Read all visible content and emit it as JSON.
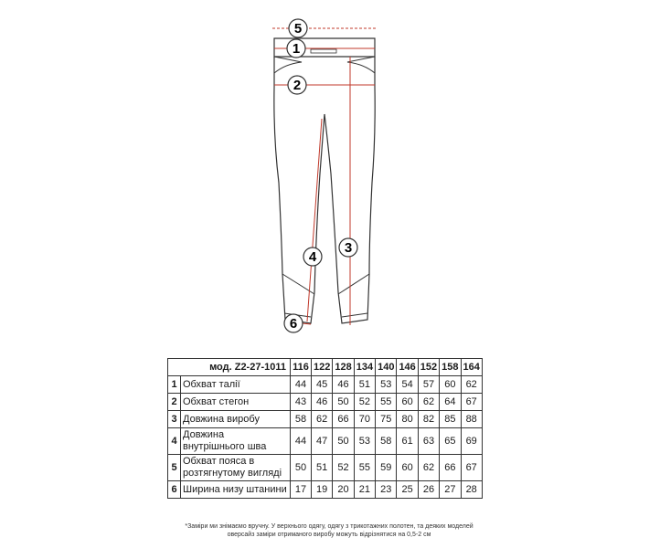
{
  "diagram": {
    "callouts": [
      "5",
      "1",
      "2",
      "3",
      "4",
      "6"
    ]
  },
  "table": {
    "model": "мод. Z2-27-1011",
    "sizes": [
      "116",
      "122",
      "128",
      "134",
      "140",
      "146",
      "152",
      "158",
      "164"
    ],
    "rows": [
      {
        "num": "1",
        "label": "Обхват талії",
        "values": [
          "44",
          "45",
          "46",
          "51",
          "53",
          "54",
          "57",
          "60",
          "62"
        ]
      },
      {
        "num": "2",
        "label": "Обхват стегон",
        "values": [
          "43",
          "46",
          "50",
          "52",
          "55",
          "60",
          "62",
          "64",
          "67"
        ]
      },
      {
        "num": "3",
        "label": "Довжина виробу",
        "values": [
          "58",
          "62",
          "66",
          "70",
          "75",
          "80",
          "82",
          "85",
          "88"
        ]
      },
      {
        "num": "4",
        "label": "Довжина внутрішнього шва",
        "values": [
          "44",
          "47",
          "50",
          "53",
          "58",
          "61",
          "63",
          "65",
          "69"
        ]
      },
      {
        "num": "5",
        "label": "Обхват пояса в розтягнутому вигляді",
        "values": [
          "50",
          "51",
          "52",
          "55",
          "59",
          "60",
          "62",
          "66",
          "67"
        ]
      },
      {
        "num": "6",
        "label": "Ширина низу штанини",
        "values": [
          "17",
          "19",
          "20",
          "21",
          "23",
          "25",
          "26",
          "27",
          "28"
        ]
      }
    ]
  },
  "footnote": "*Заміри ми знімаємо вручну. У верхнього одягу, одягу з трикотажних полотен, та деяких моделей оверсайз заміри отриманого виробу можуть відрізнятися на 0,5-2 см",
  "colors": {
    "measure_line": "#c0392b",
    "outline": "#333333"
  }
}
